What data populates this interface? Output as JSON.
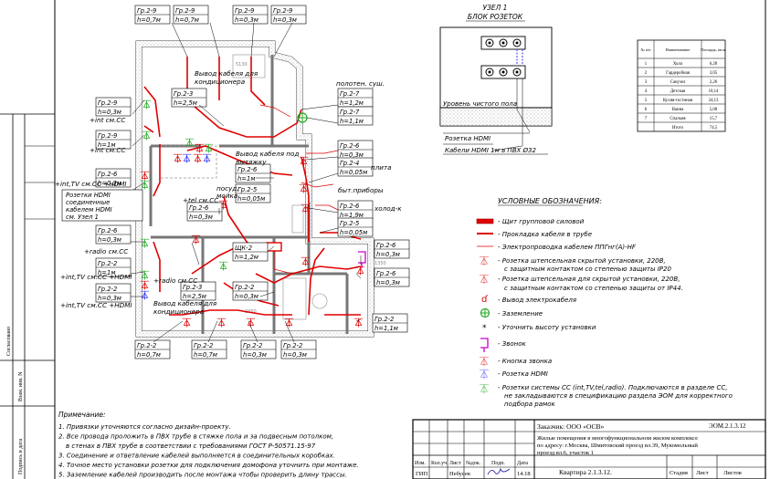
{
  "node": {
    "title1": "УЗЕЛ 1",
    "title2": "БЛОК РОЗЕТОК",
    "floor": "Уровень чистого пола",
    "hdmi": "Розетка HDMI",
    "cable": "Кабели HDMI 1м в ПВХ Ø32"
  },
  "tags": [
    {
      "g": "Гр.2-9",
      "h": "h=0,7м"
    },
    {
      "g": "Гр.2-9",
      "h": "h=0,7м"
    },
    {
      "g": "Гр.2-9",
      "h": "h=0,3м"
    },
    {
      "g": "Гр.2-9",
      "h": "h=0,3м"
    },
    {
      "g": "Гр.2-3",
      "h": "h=2,5м"
    },
    {
      "g": "Гр.2-9",
      "h": "h=0,3м"
    },
    {
      "g": "Гр.2-9",
      "h": "h=1м"
    },
    {
      "g": "Гр.2-7",
      "h": "h=1,2м"
    },
    {
      "g": "Гр.2-7",
      "h": "h=1,1м"
    },
    {
      "g": "Гр.2-6",
      "h": "h=0,3м"
    },
    {
      "g": "Гр.2-4",
      "h": "h=0,05м"
    },
    {
      "g": "Гр.2-6",
      "h": "h=1м"
    },
    {
      "g": "Гр.2-5",
      "h": "h=0,05м"
    },
    {
      "g": "Гр.2-6",
      "h": "h=1,9м"
    },
    {
      "g": "Гр.2-5",
      "h": "h=0,05м"
    },
    {
      "g": "Гр.2-6",
      "h": "h=0,3м"
    },
    {
      "g": "Гр.2-6",
      "h": "h=0,3м"
    },
    {
      "g": "Гр.2-6",
      "h": "h=0,3м"
    },
    {
      "g": "ЩК-2",
      "h": "h=1,2м"
    },
    {
      "g": "Гр.2-6",
      "h": "h=0,3м"
    },
    {
      "g": "Гр.2-6",
      "h": "h=0,3м"
    },
    {
      "g": "Гр.2-2",
      "h": "h=1м"
    },
    {
      "g": "Гр.2-2",
      "h": "h=0,3м"
    },
    {
      "g": "Гр.2-3",
      "h": "h=2,5м"
    },
    {
      "g": "Гр.2-2",
      "h": "h=0,3м"
    },
    {
      "g": "Гр.2-2",
      "h": "h=1,1м"
    },
    {
      "g": "Гр.2-2",
      "h": "h=0,7м"
    },
    {
      "g": "Гр.2-2",
      "h": "h=0,7м"
    },
    {
      "g": "Гр.2-2",
      "h": "h=0,3м"
    },
    {
      "g": "Гр.2-2",
      "h": "h=0,3м"
    }
  ],
  "notes_plan": {
    "cond1": "Вывод кабеля для",
    "cond1b": "кондиционера",
    "hood1": "Вывод кабеля под",
    "hood1b": "вытяжку",
    "cond2": "Вывод кабеля для",
    "cond2b": "кондиционера",
    "towel": "полотен. суш.",
    "stove": "плита",
    "appl": "быт.приборы",
    "fridge": "холод-к",
    "dish": "посуд.",
    "wash": "мойка",
    "int1": "+int см.СС",
    "int2": "+int см.СС",
    "tv1": "+int,TV см.СС +HDMI",
    "tv2": "+int,TV см.СС +HDMI",
    "tv3": "+int,TV см.СС +HDMI",
    "tel": "+tel см.СС",
    "radio1": "+radio см.СС",
    "radio2": "+radio см.СС",
    "box1": "Розетки HDMI",
    "box2": "соединенные",
    "box3": "кабелем HDMI",
    "box4": "см. Узел 1",
    "d1": "5130",
    "d2": "2350",
    "d3": "1350"
  },
  "legend": {
    "title": "УСЛОВНЫЕ ОБОЗНАЧЕНИЯ:",
    "items": [
      "- Щит групповой силовой",
      "- Прокладка кабеля в трубе",
      "- Электропроводка кабелем ППГнг(А)-HF",
      "- Розетка штепсельная скрытой установки, 220В,",
      "  с защитным контактом со степенью защиты IP20",
      "- Розетка штепсельная для скрытой установки, 220В,",
      "  с защитным контактом со степенью защиты от IP44.",
      "- Вывод электрокабеля",
      "- Заземление",
      "- Уточнить высоту установки",
      "- Звонок",
      "- Кнопка звонка",
      "- Розетка HDMI",
      "- Розетки системы СС (int,TV,tel,radio). Подключаются в разделе СС,",
      "  не закладываются в спецификацию раздела ЭОМ для корректного",
      "  подбора рамок"
    ]
  },
  "rooms": {
    "headers": [
      "№ п/п",
      "Наименование",
      "Площадь, кв.м."
    ],
    "rows": [
      [
        "1",
        "Холл",
        "6,28"
      ],
      [
        "2",
        "Гардеробная",
        "3,05"
      ],
      [
        "3",
        "Санузел",
        "2,26"
      ],
      [
        "4",
        "Детская",
        "10,14"
      ],
      [
        "5",
        "Кухня-гостиная",
        "24,13"
      ],
      [
        "6",
        "Ванна",
        "5,08"
      ],
      [
        "7",
        "Спальня",
        "15,7"
      ],
      [
        "",
        "Итого",
        "74,5"
      ]
    ]
  },
  "notes": {
    "title": "Примечание:",
    "lines": [
      "1. Привязки уточняются согласно дизайн-проекту.",
      "2. Все провода проложить в ПВХ трубе в стяжке пола и за подвесным потолком,",
      "    в стенах в ПВХ трубе в соответствии с требованиями ГОСТ Р-50571.15-97",
      "3. Соединение и ответвление кабелей  выполняется в соединительных коробках.",
      "4. Точное место установки розетки для подключения домофона уточнить при монтаже.",
      "5. Заземление кабелей производить после монтажа чтобы проверить длину трассы."
    ]
  },
  "titleblock": {
    "code": "ЭОМ.2.1.3.12",
    "customer": "Заказчик: ООО «ОСВ»",
    "desc1": "Жилые помещения в многофункциональном жилом комплексе",
    "desc2": "по адресу: г.Москва, Шмитовский проезд вл.39, Мукомольный",
    "desc3": "проезд вл.6, участок 1",
    "cols": [
      "Изм.",
      "Кол.уч",
      "Лист",
      "№док.",
      "Подп.",
      "Дата"
    ],
    "role": "ГИП",
    "name": "Небусев",
    "date": "14.18",
    "sheet": "Квартира 2.1.3.12.",
    "stage": "Стадия",
    "list": "Лист",
    "lists": "Листов"
  },
  "side": {
    "a": "Согласовано",
    "b": "Взам. инв. N",
    "c": "Подпись и дата"
  }
}
